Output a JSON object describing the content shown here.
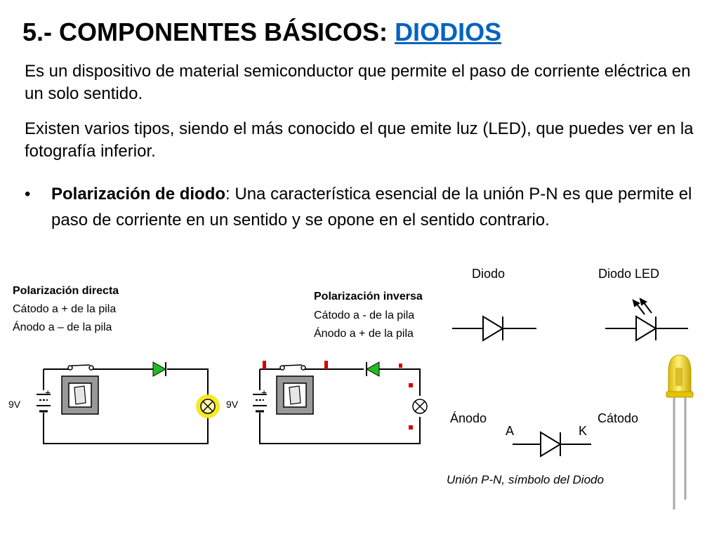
{
  "slide": {
    "title_prefix": "5.- COMPONENTES BÁSICOS: ",
    "title_link": "DIODIOS",
    "paragraph1": "Es un dispositivo de material semiconductor que permite el paso de corriente eléctrica en un solo sentido.",
    "paragraph2": "Existen varios tipos, siendo el más conocido el que emite luz (LED), que puedes ver en la fotografía inferior.",
    "bullet_bold": "Polarización de diodo",
    "bullet_rest": ": Una característica esencial de la unión P-N es que permite el paso de corriente en un sentido y se opone en el sentido contrario."
  },
  "forward_circuit": {
    "title": "Polarización directa",
    "line1": "Cátodo a + de la pila",
    "line2": "Ánodo a – de la pila",
    "battery_label": "9V",
    "plus_sign": "+",
    "lamp_color": "#f5e500",
    "diode_color": "#22bb22"
  },
  "reverse_circuit": {
    "title": "Polarización inversa",
    "line1": "Cátodo a - de la pila",
    "line2": "Ánodo a + de la pila",
    "battery_label": "9V",
    "plus_sign": "+",
    "marker_color": "#d40000",
    "diode_color": "#22bb22"
  },
  "symbols": {
    "diode_label": "Diodo",
    "led_label": "Diodo LED",
    "anode_label": "Ánodo",
    "cathode_label": "Cátodo",
    "a_letter": "A",
    "k_letter": "K",
    "caption": "Unión P-N, símbolo del Diodo"
  }
}
